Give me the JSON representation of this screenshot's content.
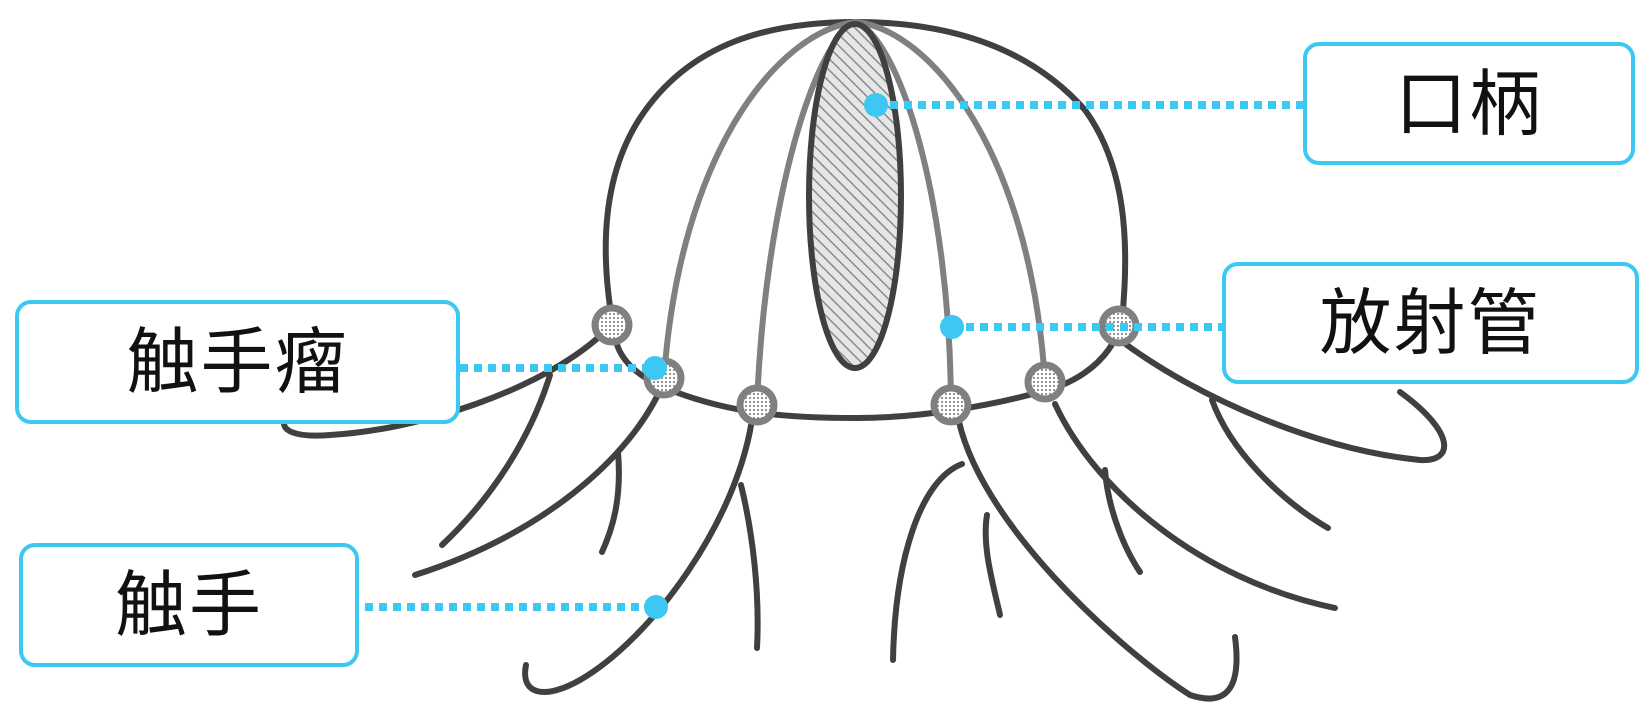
{
  "labels": {
    "oral_arm": "口柄",
    "radial_canal": "放射管",
    "tentacle_bulb": "触手瘤",
    "tentacle": "触手"
  },
  "colors": {
    "accent": "#3cc8f3",
    "outline": "#404040",
    "canal": "#808080",
    "text": "#111111"
  }
}
